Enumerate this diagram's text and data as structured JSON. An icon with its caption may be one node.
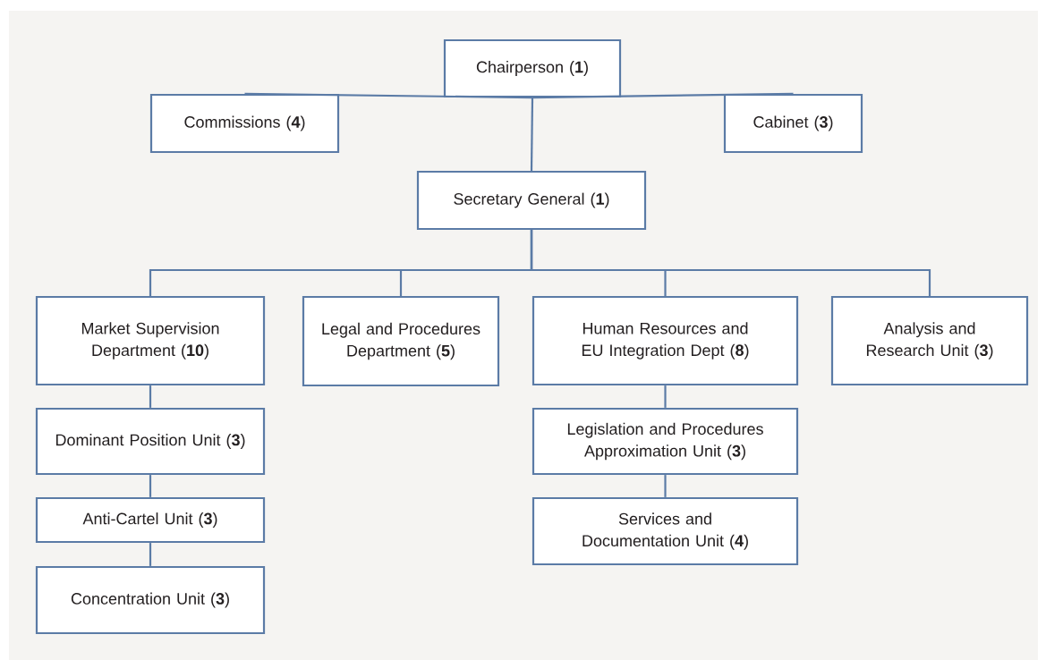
{
  "diagram": {
    "nodes": [
      {
        "text": [
          "Chairperson (**1**)"
        ]
      },
      {
        "text": [
          "Commissions (**4**)"
        ]
      },
      {
        "text": [
          "Cabinet (**3**)"
        ]
      },
      {
        "text": [
          "Secretary General (**1**)"
        ]
      },
      {
        "text": [
          "Market Supervision Department (**10**)"
        ]
      },
      {
        "text": [
          "Legal and Procedures Department (**5**)"
        ]
      },
      {
        "text": [
          "Human Resources and EU Integration Dept (**8**)"
        ]
      },
      {
        "text": [
          "Analysis and Research Unit (**3**)"
        ]
      },
      {
        "text": [
          "Dominant Position Unit (**3**)"
        ]
      },
      {
        "text": [
          "Anti-Cartel Unit (**3**)"
        ]
      },
      {
        "text": [
          "Concentration Unit (**3**)"
        ]
      },
      {
        "text": [
          "Legislation and Procedures Approximation Unit (**3**)"
        ]
      },
      {
        "text": [
          "Services and Documentation Unit (**4**)"
        ]
      }
    ],
    "edges": [
      {
        "from": 0,
        "to": 1,
        "arrow": "none"
      },
      {
        "from": 0,
        "to": 2,
        "arrow": "none"
      },
      {
        "from": 0,
        "to": 3,
        "arrow": "none"
      },
      {
        "from": 3,
        "to": 4,
        "arrow": "none"
      },
      {
        "from": 3,
        "to": 5,
        "arrow": "none"
      },
      {
        "from": 3,
        "to": 6,
        "arrow": "none"
      },
      {
        "from": 3,
        "to": 7,
        "arrow": "none"
      },
      {
        "from": 4,
        "to": 8,
        "arrow": "none"
      },
      {
        "from": 8,
        "to": 9,
        "arrow": "none"
      },
      {
        "from": 9,
        "to": 10,
        "arrow": "none"
      },
      {
        "from": 6,
        "to": 11,
        "arrow": "none"
      },
      {
        "from": 11,
        "to": 12,
        "arrow": "none"
      }
    ]
  }
}
